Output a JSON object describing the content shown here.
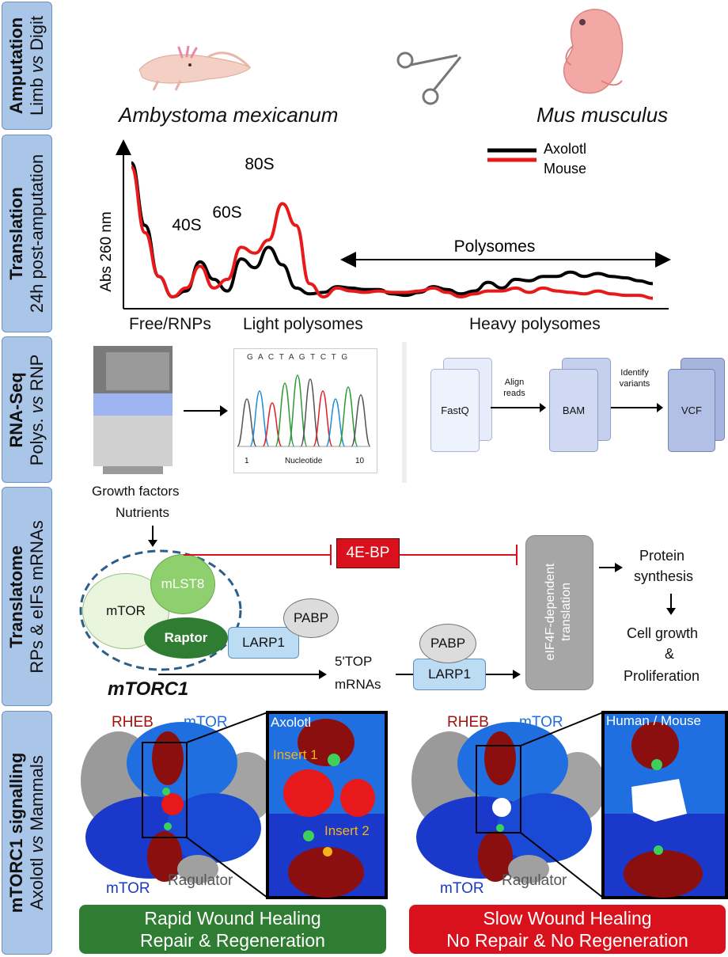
{
  "sections": [
    {
      "bold": "Amputation",
      "sub_pre": "Limb ",
      "sub_em": "vs",
      "sub_post": " Digit"
    },
    {
      "bold": "Translation",
      "sub_pre": "24h post-amputation",
      "sub_em": "",
      "sub_post": ""
    },
    {
      "bold": "RNA-Seq",
      "sub_pre": "Polys. ",
      "sub_em": "vs",
      "sub_post": " RNP"
    },
    {
      "bold": "Translatome",
      "sub_pre": "RPs & eIFs mRNAs",
      "sub_em": "",
      "sub_post": ""
    },
    {
      "bold": "mTORC1 signalling",
      "sub_pre": "Axolotl ",
      "sub_em": "vs",
      "sub_post": " Mammals"
    }
  ],
  "amputation": {
    "species_left": "Ambystoma mexicanum",
    "species_right": "Mus musculus"
  },
  "profile": {
    "ylabel": "Abs 260 nm",
    "peaks": [
      "40S",
      "60S",
      "80S"
    ],
    "polysomes_label": "Polysomes",
    "xlabels": [
      "Free/RNPs",
      "Light polysomes",
      "Heavy polysomes"
    ],
    "legend": [
      {
        "name": "Axolotl",
        "color": "#000000"
      },
      {
        "name": "Mouse",
        "color": "#e8191a"
      }
    ]
  },
  "chart_data": {
    "type": "line",
    "ylabel": "Abs 260 nm",
    "series": [
      {
        "name": "Axolotl",
        "color": "#000000",
        "values": [
          0.98,
          0.55,
          0.2,
          0.06,
          0.1,
          0.3,
          0.18,
          0.1,
          0.32,
          0.26,
          0.4,
          0.28,
          0.12,
          0.08,
          0.09,
          0.13,
          0.12,
          0.11,
          0.11,
          0.08,
          0.07,
          0.09,
          0.13,
          0.11,
          0.08,
          0.1,
          0.16,
          0.12,
          0.18,
          0.17,
          0.2,
          0.2,
          0.23,
          0.2,
          0.22,
          0.2,
          0.19,
          0.17,
          0.15
        ]
      },
      {
        "name": "Mouse",
        "color": "#e8191a",
        "values": [
          0.95,
          0.5,
          0.2,
          0.06,
          0.12,
          0.27,
          0.12,
          0.18,
          0.4,
          0.36,
          0.45,
          0.7,
          0.55,
          0.15,
          0.06,
          0.12,
          0.1,
          0.09,
          0.1,
          0.09,
          0.09,
          0.1,
          0.12,
          0.09,
          0.06,
          0.08,
          0.1,
          0.1,
          0.12,
          0.09,
          0.12,
          0.1,
          0.09,
          0.08,
          0.1,
          0.08,
          0.07,
          0.07,
          0.05
        ]
      }
    ]
  },
  "rnaseq": {
    "sequence": "G A C T A G T C T G",
    "nt_start": "1",
    "nt_axis": "Nucleotide",
    "nt_end": "10",
    "files": [
      "FastQ",
      "BAM",
      "VCF"
    ],
    "steps": [
      "Align reads",
      "Identify variants"
    ]
  },
  "pathway": {
    "growth_line1": "Growth factors",
    "growth_line2": "Nutrients",
    "mtor": "mTOR",
    "mlst8": "mLST8",
    "raptor": "Raptor",
    "complex": "mTORC1",
    "larp1": "LARP1",
    "pabp": "PABP",
    "fourebp": "4E-BP",
    "top_line1": "5'TOP",
    "top_line2": "mRNAs",
    "eif4f": "eIF4F-dependent translation",
    "protein_line1": "Protein",
    "protein_line2": "synthesis",
    "cell_line1": "Cell growth",
    "cell_line2": "&",
    "cell_line3": "Proliferation"
  },
  "structures": {
    "left": {
      "rheb": "RHEB",
      "mtor_top": "mTOR",
      "mtor_bottom": "mTOR",
      "ragulator": "Ragulator",
      "zoom_title": "Axolotl",
      "insert1": "Insert 1",
      "insert2": "Insert 2"
    },
    "right": {
      "rheb": "RHEB",
      "mtor_top": "mTOR",
      "mtor_bottom": "mTOR",
      "ragulator": "Ragulator",
      "zoom_title": "Human / Mouse"
    }
  },
  "outcomes": {
    "left_line1": "Rapid Wound Healing",
    "left_line2": "Repair & Regeneration",
    "left_color": "#2e7d32",
    "right_line1": "Slow Wound Healing",
    "right_line2": "No Repair & No Regeneration",
    "right_color": "#d9111c"
  }
}
